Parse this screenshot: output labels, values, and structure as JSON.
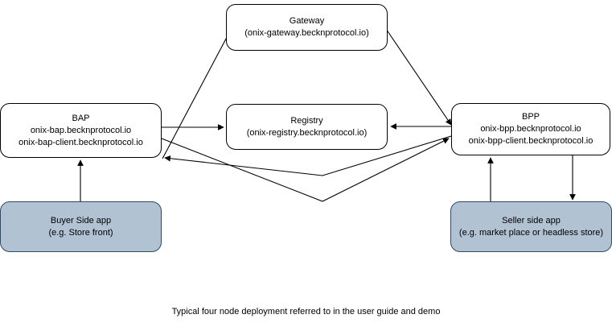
{
  "diagram": {
    "caption": "Typical four node deployment referred to in the user guide and demo",
    "colors": {
      "node_fill_plain": "#ffffff",
      "node_fill_app": "#b1c2d3",
      "node_border_plain": "#000000",
      "node_border_app": "#2f4a63",
      "edge": "#000000",
      "background": "#ffffff"
    },
    "nodes": {
      "gateway": {
        "title": "Gateway",
        "subtitle": "(onix-gateway.becknprotocol.io)",
        "extra": ""
      },
      "bap": {
        "title": "BAP",
        "subtitle": "onix-bap.becknprotocol.io",
        "extra": "onix-bap-client.becknprotocol.io"
      },
      "registry": {
        "title": "Registry",
        "subtitle": "(onix-registry.becknprotocol.io)",
        "extra": ""
      },
      "bpp": {
        "title": "BPP",
        "subtitle": "onix-bpp.becknprotocol.io",
        "extra": "onix-bpp-client.becknprotocol.io"
      },
      "buyer_app": {
        "title": "Buyer Side app",
        "subtitle": "(e.g. Store front)",
        "extra": ""
      },
      "seller_app": {
        "title": "Seller side app",
        "subtitle": "(e.g. market place or headless store)",
        "extra": ""
      }
    },
    "edges": [
      {
        "id": "bap-to-gateway",
        "from": "bap",
        "to": "gateway",
        "direction": "one-way",
        "shape": "diagonal"
      },
      {
        "id": "gateway-to-bpp",
        "from": "gateway",
        "to": "bpp",
        "direction": "one-way",
        "shape": "diagonal"
      },
      {
        "id": "bap-to-registry",
        "from": "bap",
        "to": "registry",
        "direction": "one-way",
        "shape": "straight"
      },
      {
        "id": "bpp-to-registry",
        "from": "bpp",
        "to": "registry",
        "direction": "one-way",
        "shape": "straight"
      },
      {
        "id": "bap-to-bpp",
        "from": "bap",
        "to": "bpp",
        "direction": "one-way",
        "shape": "elbow-v"
      },
      {
        "id": "bpp-to-bap",
        "from": "bpp",
        "to": "bap",
        "direction": "one-way",
        "shape": "elbow-v"
      },
      {
        "id": "buyer-to-bap",
        "from": "buyer_app",
        "to": "bap",
        "direction": "one-way",
        "shape": "vertical"
      },
      {
        "id": "seller-to-bpp",
        "from": "seller_app",
        "to": "bpp",
        "direction": "one-way",
        "shape": "vertical"
      },
      {
        "id": "bpp-to-seller",
        "from": "bpp",
        "to": "seller_app",
        "direction": "one-way",
        "shape": "vertical"
      }
    ]
  }
}
